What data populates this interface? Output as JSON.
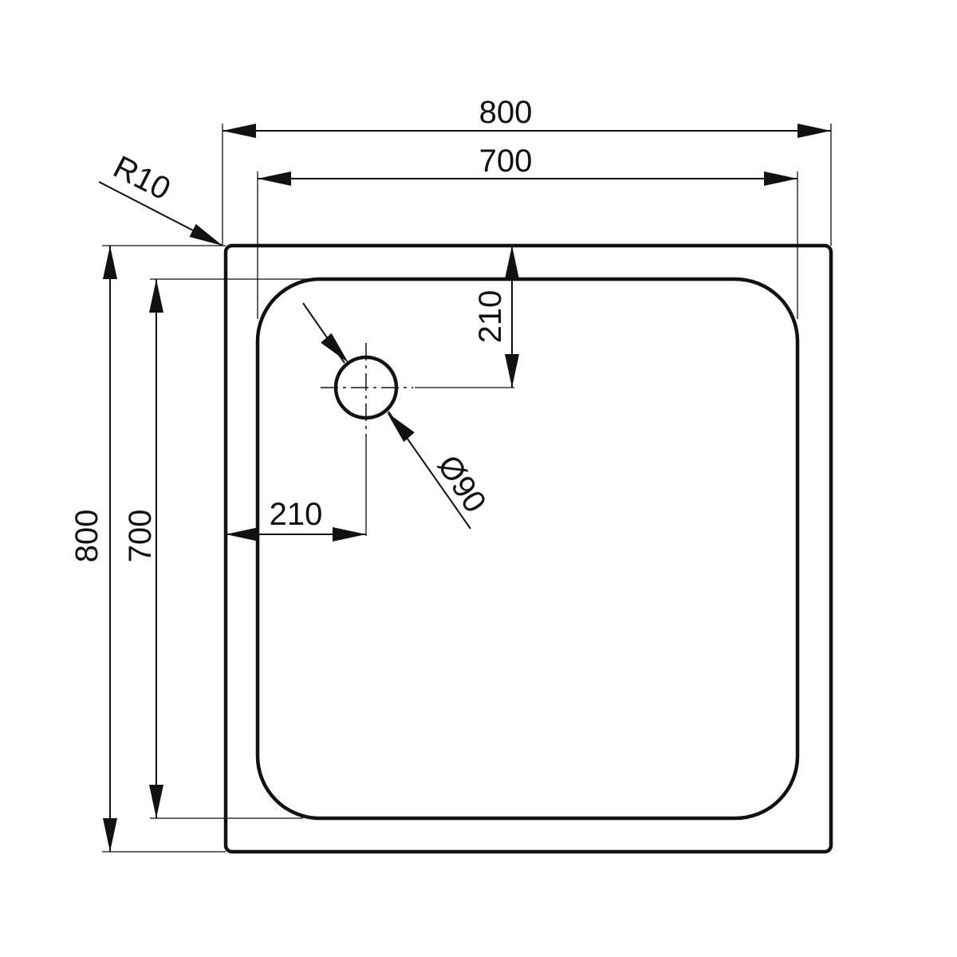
{
  "drawing": {
    "overall_width": "800",
    "inner_width": "700",
    "overall_depth": "800",
    "inner_depth": "700",
    "corner_radius": "R10",
    "drain_diameter": "Ø90",
    "drain_offset_top": "210",
    "drain_offset_left": "210"
  }
}
